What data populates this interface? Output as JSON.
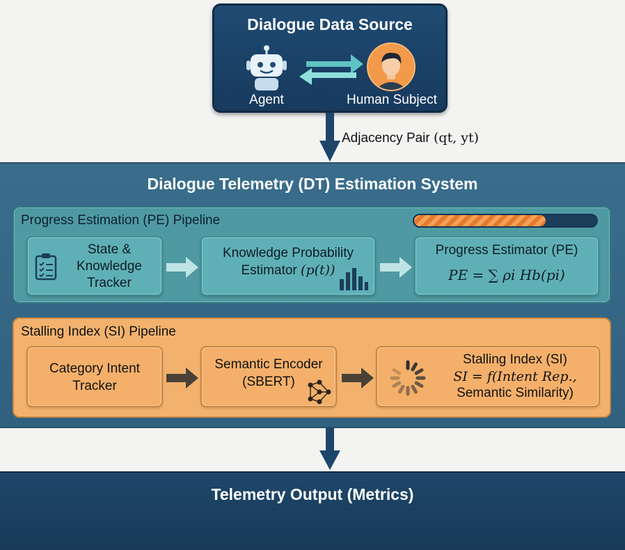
{
  "source": {
    "title": "Dialogue Data Source",
    "agent_label": "Agent",
    "human_label": "Human Subject"
  },
  "connector": {
    "text": "Adjacency Pair",
    "formula": "(qt, yt)"
  },
  "system": {
    "title": "Dialogue Telemetry (DT) Estimation System",
    "pe": {
      "title": "Progress Estimation (PE) Pipeline",
      "progress_fraction": 0.72,
      "tracker_lines": [
        "State &",
        "Knowledge",
        "Tracker"
      ],
      "kpe_line1": "Knowledge Probability",
      "kpe_line2": "Estimator",
      "kpe_formula": "(p(t))",
      "estimator_title": "Progress Estimator (PE)",
      "estimator_formula": "PE = ∑ ρi Hb(pi)"
    },
    "si": {
      "title": "Stalling Index (SI) Pipeline",
      "intent_line1": "Category Intent",
      "intent_line2": "Tracker",
      "encoder_line1": "Semantic Encoder",
      "encoder_line2": "(SBERT)",
      "index_title": "Stalling Index (SI)",
      "index_formula": "SI = f(Intent Rep.,",
      "index_formula_line2": "Semantic Similarity)"
    }
  },
  "output": {
    "title": "Telemetry Output (Metrics)"
  },
  "colors": {
    "navy": "#173a5d",
    "teal": "#4f9aa2",
    "orange": "#f2b26e",
    "accent_orange": "#e57a2c"
  }
}
